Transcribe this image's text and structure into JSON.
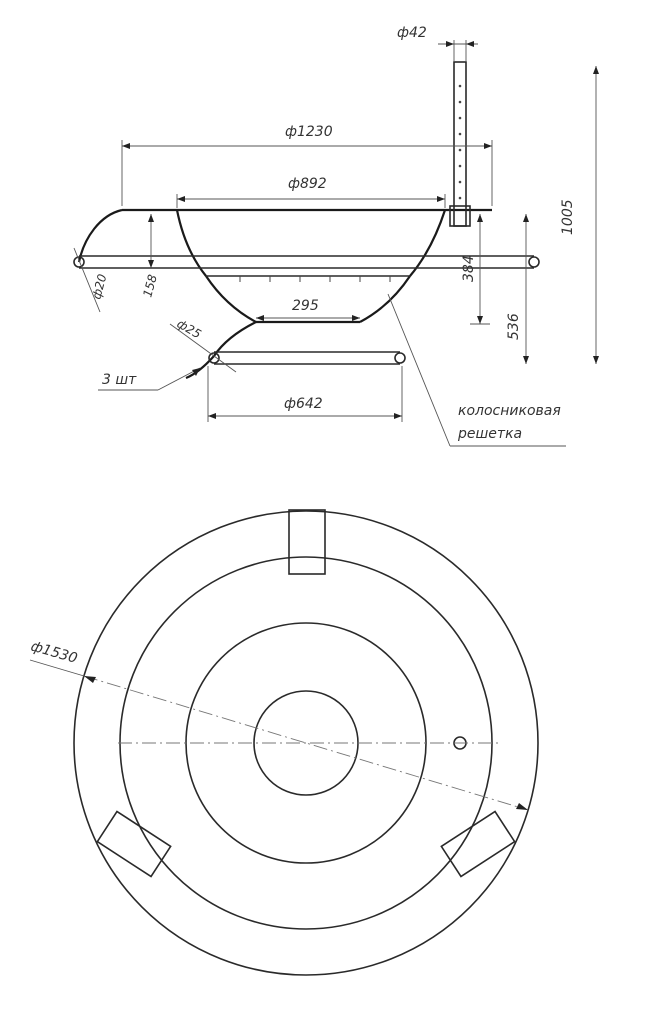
{
  "side_view": {
    "dim_top_outer": "ф1230",
    "dim_top_inner": "ф892",
    "dim_pipe": "ф42",
    "dim_bottom": "295",
    "dim_stand": "ф642",
    "dim_total_height": "1005",
    "dim_depth": "384",
    "dim_stand_height": "536",
    "dim_rod": "ф25",
    "dim_small": "ф20",
    "dim_158": "158",
    "callout_qty": "3 шт",
    "callout_grate_line1": "колосниковая",
    "callout_grate_line2": "решетка"
  },
  "top_view": {
    "dim_outer": "ф1530"
  }
}
